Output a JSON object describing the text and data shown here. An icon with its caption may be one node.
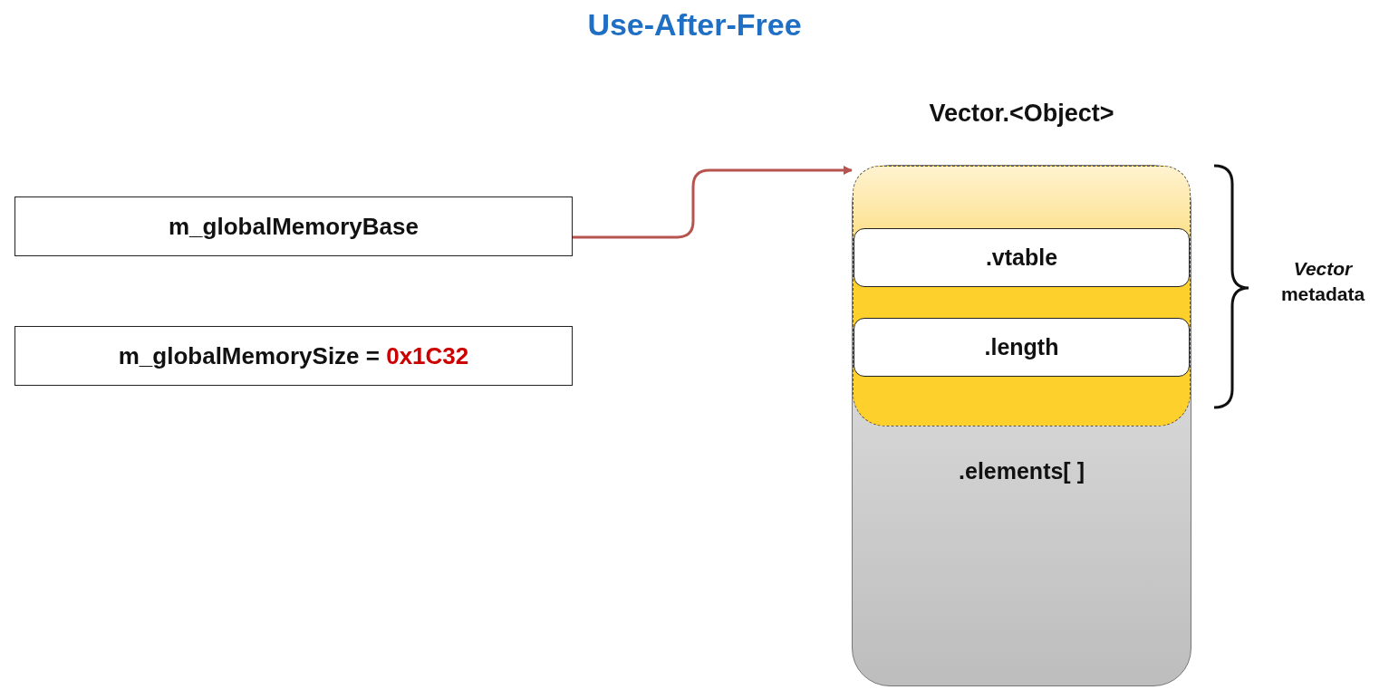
{
  "diagram": {
    "title": "Use-After-Free",
    "nodes": [
      {
        "text": [
          "m_globalMemoryBase"
        ]
      },
      {
        "text": [
          "m_globalMemorySize = ",
          "0x1C32"
        ]
      },
      {
        "text": [
          "Vector.<Object>",
          ".elements[ ]"
        ]
      },
      {
        "text": [],
        "shape": "box",
        "in": 2
      },
      {
        "text": [
          ".vtable"
        ],
        "in": 3
      },
      {
        "text": [
          ".length"
        ],
        "in": 3
      }
    ],
    "edges": [
      {
        "from": 0,
        "to": 2,
        "arrow": "to",
        "color": "#b85450"
      }
    ],
    "labels": [
      "*Vector* metadata"
    ]
  }
}
